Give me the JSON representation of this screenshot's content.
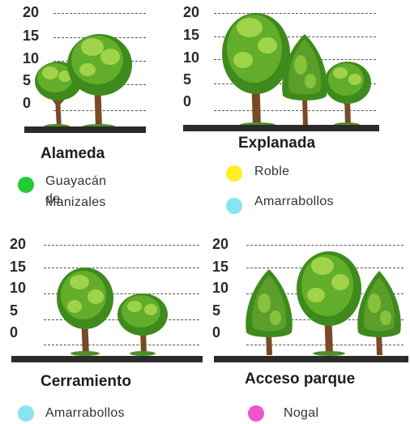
{
  "scale_ticks": [
    "20",
    "15",
    "10",
    "5",
    "0"
  ],
  "panels": [
    {
      "title": "Alameda",
      "legend": [
        {
          "label_line1": "Guayacán de",
          "label_line2": "Manizales",
          "color": "#22cc33"
        }
      ]
    },
    {
      "title": "Explanada",
      "legend": [
        {
          "label": "Roble",
          "color": "#ffee22"
        },
        {
          "label": "Amarrabollos",
          "color": "#88e4f2"
        }
      ]
    },
    {
      "title": "Cerramiento",
      "legend": [
        {
          "label": "Amarrabollos",
          "color": "#88e4f2"
        }
      ]
    },
    {
      "title": "Acceso parque",
      "legend": [
        {
          "label": "Nogal",
          "color": "#ee55cc"
        }
      ]
    }
  ],
  "colors": {
    "foliage_dark": "#3f8a1c",
    "foliage_mid": "#62ad2a",
    "foliage_light": "#9fd34a",
    "trunk": "#7a4a26",
    "ground": "#2b2b2b"
  }
}
